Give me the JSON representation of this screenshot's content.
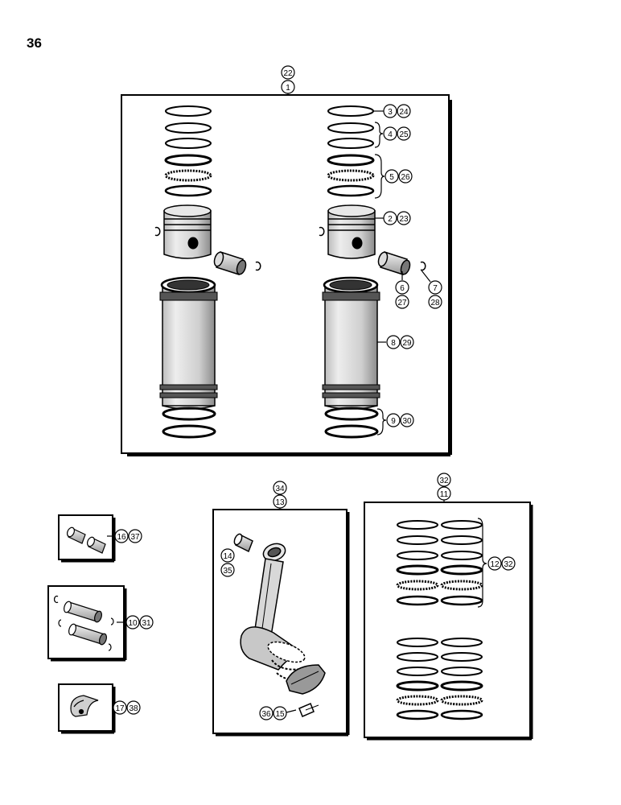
{
  "page": {
    "number": "36"
  },
  "callouts": {
    "c22": "22",
    "c1": "1",
    "c3": "3",
    "c24": "24",
    "c4": "4",
    "c25": "25",
    "c5": "5",
    "c26": "26",
    "c2": "2",
    "c23": "23",
    "c6": "6",
    "c27": "27",
    "c7": "7",
    "c28": "28",
    "c8": "8",
    "c29": "29",
    "c9": "9",
    "c30": "30",
    "c34": "34",
    "c13": "13",
    "c14": "14",
    "c35": "35",
    "c36": "36",
    "c15": "15",
    "c32a": "32",
    "c11": "11",
    "c12": "12",
    "c32b": "32",
    "c16": "16",
    "c37": "37",
    "c10": "10",
    "c31": "31",
    "c17": "17",
    "c38": "38"
  }
}
